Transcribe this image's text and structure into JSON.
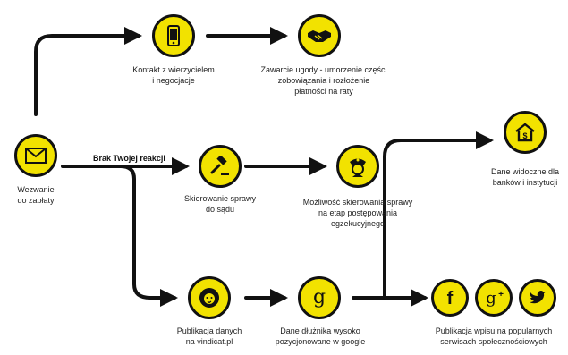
{
  "branch_label": "Brak Twojej reakcji",
  "nodes": {
    "wezwanie": {
      "icon": "envelope-icon",
      "label": [
        "Wezwanie",
        "do zapłaty"
      ]
    },
    "kontakt": {
      "icon": "phone-icon",
      "label": [
        "Kontakt z wierzycielem",
        "i negocjacje"
      ]
    },
    "ugoda": {
      "icon": "handshake-icon",
      "label": [
        "Zawarcie ugody - umorzenie części",
        "zobowiązania i rozłożenie",
        "płatności na raty"
      ]
    },
    "sad": {
      "icon": "gavel-icon",
      "label": [
        "Skierowanie sprawy",
        "do sądu"
      ]
    },
    "egzekucja": {
      "icon": "bailiff-icon",
      "label": [
        "Możliwość skierowania sprawy",
        "na etap postępowania",
        "egzekucyjnego"
      ]
    },
    "banki": {
      "icon": "house-dollar-icon",
      "label": [
        "Dane widoczne dla",
        "banków i instytucji"
      ]
    },
    "vindicat": {
      "icon": "lion-icon",
      "label": [
        "Publikacja danych",
        "na vindicat.pl"
      ]
    },
    "google": {
      "icon": "google-icon",
      "label": [
        "Dane dłużnika wysoko",
        "pozycjonowane w google"
      ]
    },
    "social": {
      "icons": [
        "facebook-icon",
        "google-plus-icon",
        "twitter-icon"
      ],
      "label": [
        "Publikacja wpisu na popularnych",
        "serwisach społecznościowych"
      ]
    }
  },
  "colors": {
    "accent": "#f2e200",
    "line": "#111111"
  }
}
